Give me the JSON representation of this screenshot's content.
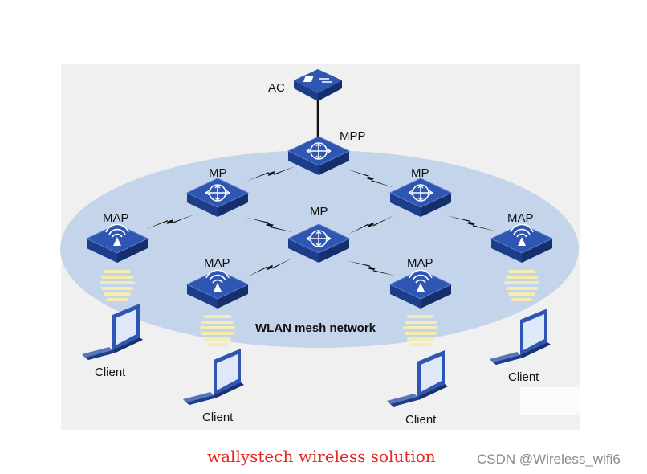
{
  "nodes": {
    "ac": "AC",
    "mpp": "MPP",
    "mp_left": "MP",
    "mp_right": "MP",
    "mp_center": "MP",
    "map_far_left": "MAP",
    "map_left": "MAP",
    "map_right": "MAP",
    "map_far_right": "MAP"
  },
  "clients": [
    "Client",
    "Client",
    "Client",
    "Client"
  ],
  "network_label": "WLAN mesh network",
  "caption": "wallystech wireless solution",
  "watermark": "CSDN @Wireless_wifi6",
  "colors": {
    "ellipse": "#c4d4ea",
    "device_top": "#2e56b2",
    "device_side": "#17306e",
    "wifi_signal": "#f4ecb0",
    "caption": "#e8281e"
  }
}
